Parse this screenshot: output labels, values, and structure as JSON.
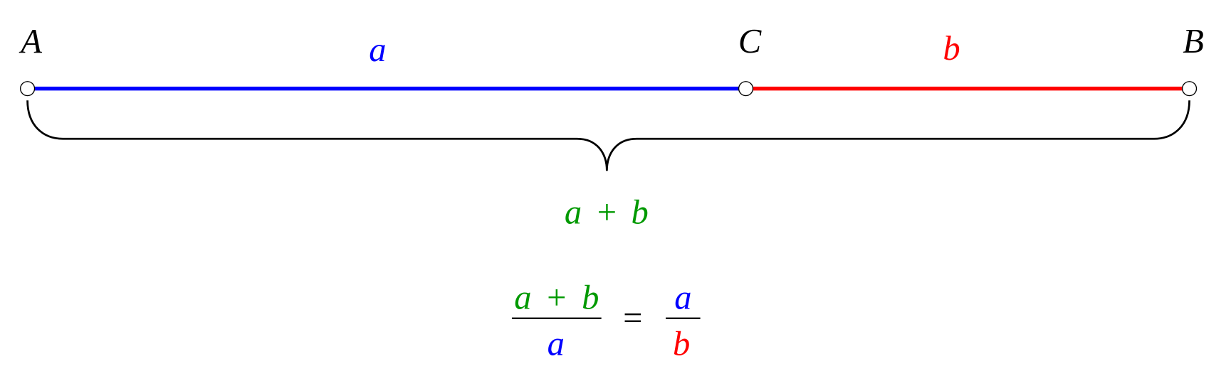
{
  "colors": {
    "a": "#0000ff",
    "b": "#ff0000",
    "sum": "#009900",
    "black": "#000000"
  },
  "points": {
    "A": "A",
    "C": "C",
    "B": "B"
  },
  "segments": {
    "a": "a",
    "b": "b"
  },
  "brace_label": {
    "a": "a",
    "plus": "+",
    "b": "b"
  },
  "equation": {
    "left_num": {
      "a": "a",
      "plus": "+",
      "b": "b"
    },
    "left_den": "a",
    "equals": "=",
    "right_num": "a",
    "right_den": "b"
  }
}
